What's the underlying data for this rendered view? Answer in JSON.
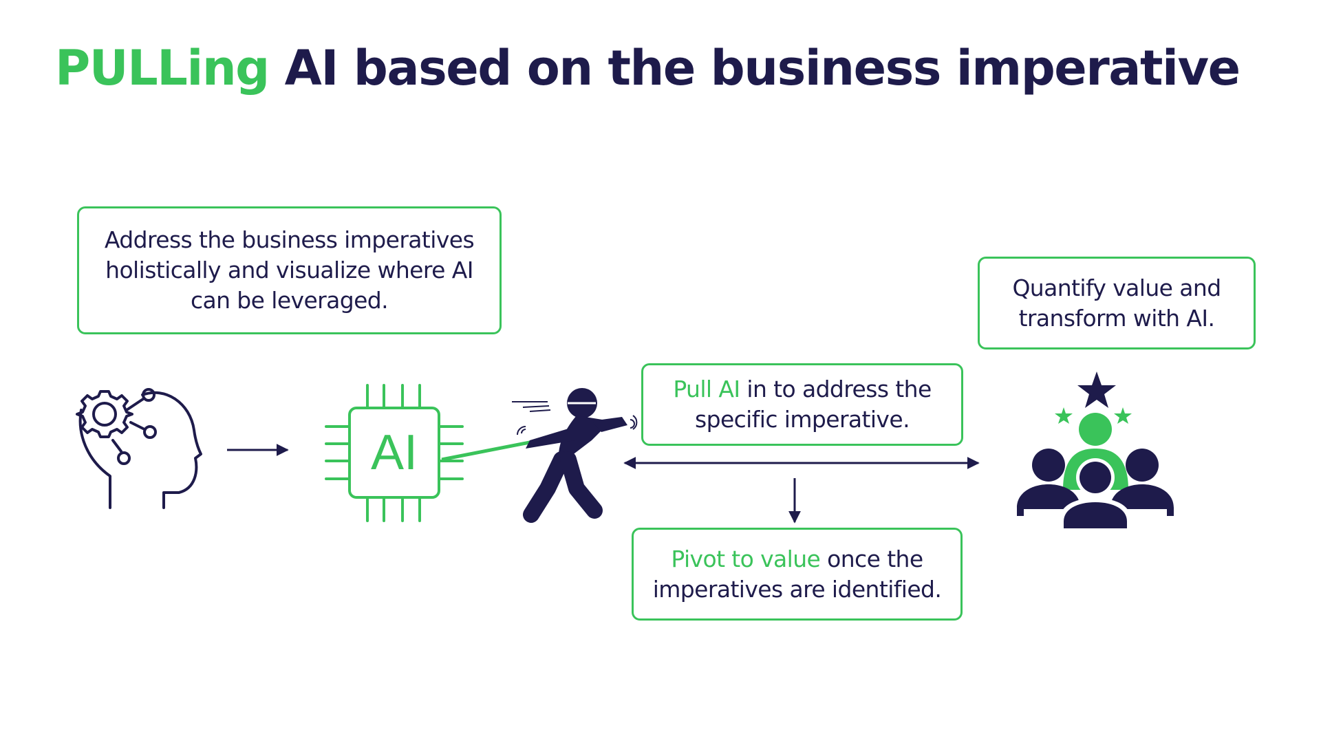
{
  "title": {
    "highlight": "PULLing",
    "rest": "AI based on the business imperative"
  },
  "boxes": {
    "address": {
      "line1": "Address the business imperatives",
      "line2": "holistically and visualize where AI",
      "line3": "can be leveraged."
    },
    "quantify": {
      "line1": "Quantify value and",
      "line2": "transform with AI."
    },
    "pull": {
      "highlight": "Pull AI",
      "line1_rest": "in to address the",
      "line2": "specific imperative."
    },
    "pivot": {
      "highlight": "Pivot to value",
      "line1_rest": "once the",
      "line2": "imperatives are identified."
    }
  },
  "chip": {
    "label": "AI"
  },
  "icons": [
    "head-gears-icon",
    "ai-chip-icon",
    "person-pulling-rope-icon",
    "team-star-icon"
  ],
  "colors": {
    "accent": "#3ac35a",
    "navy": "#1e1b4b"
  }
}
